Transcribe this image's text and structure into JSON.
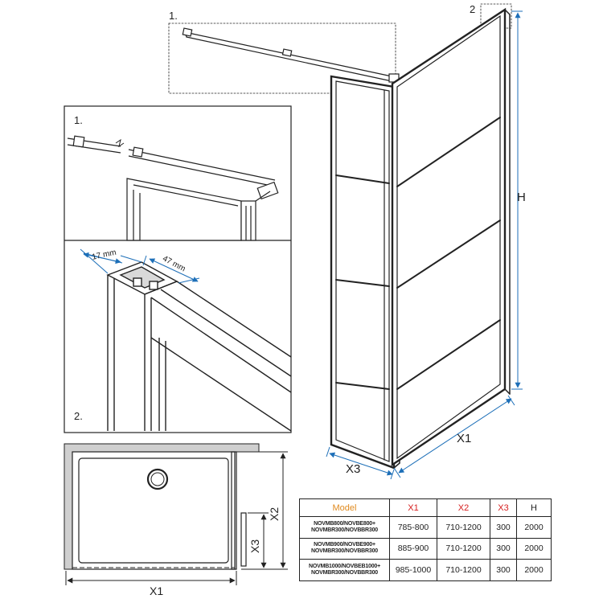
{
  "labels": {
    "detail1_top": "1.",
    "detail2_top": "2",
    "detail1_inset": "1.",
    "detail2_inset": "2.",
    "dim_17": "17 mm",
    "dim_47": "47 mm",
    "height": "H",
    "width_main": "X1",
    "depth_main": "X3",
    "plan_width": "X1",
    "plan_depth": "X2",
    "plan_return": "X3"
  },
  "colors": {
    "line": "#222222",
    "gray_fill": "#d9d9d9",
    "accent_orange": "#e08a1e",
    "accent_red": "#d62020"
  },
  "table": {
    "headers": [
      "Model",
      "X1",
      "X2",
      "X3",
      "H"
    ],
    "rows": [
      {
        "model_line1": "NOVMB800/NOVBE800+",
        "model_line2": "NOVMBR300/NOVBBR300",
        "x1": "785-800",
        "x2": "710-1200",
        "x3": "300",
        "h": "2000"
      },
      {
        "model_line1": "NOVMB900/NOVBE900+",
        "model_line2": "NOVMBR300/NOVBBR300",
        "x1": "885-900",
        "x2": "710-1200",
        "x3": "300",
        "h": "2000"
      },
      {
        "model_line1": "NOVMB1000/NOVBEB1000+",
        "model_line2": "NOVMBR300/NOVBBR300",
        "x1": "985-1000",
        "x2": "710-1200",
        "x3": "300",
        "h": "2000"
      }
    ]
  }
}
